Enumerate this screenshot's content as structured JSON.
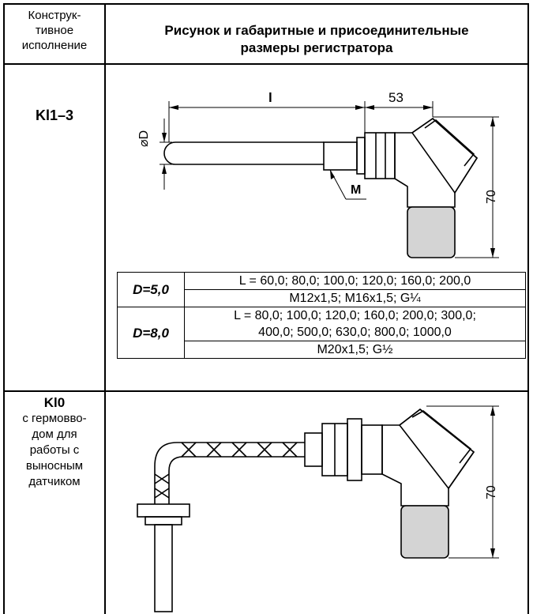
{
  "header": {
    "col1": [
      "Конструк-",
      "тивное",
      "исполнение"
    ],
    "col2": [
      "Рисунок  и габаритные и присоединительные",
      "размеры регистратора"
    ]
  },
  "row1": {
    "label": "Kl1–3",
    "dims": {
      "l": "l",
      "d": "⌀D",
      "m": "M",
      "w": "53",
      "h": "70"
    },
    "table": [
      {
        "d": "D=5,0",
        "l": "L = 60,0; 80,0; 100,0; 120,0; 160,0; 200,0",
        "threads": "M12x1,5; M16x1,5; G¼"
      },
      {
        "d": "D=8,0",
        "l1": "L = 80,0; 100,0; 120,0; 160,0; 200,0; 300,0;",
        "l2": "400,0; 500,0; 630,0; 800,0; 1000,0",
        "threads": "M20x1,5; G½"
      }
    ]
  },
  "row2": {
    "label": "Kl0",
    "desc": [
      "с гермовво-",
      "дом для",
      "работы с",
      "выносным",
      "датчиком"
    ],
    "dims": {
      "h": "70"
    }
  }
}
